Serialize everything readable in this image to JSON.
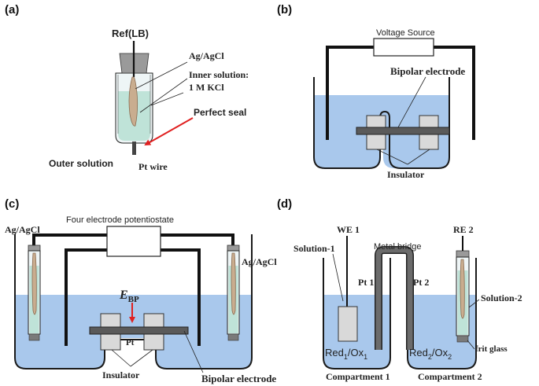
{
  "panels": {
    "a": {
      "label": "(a)",
      "ref": "Ref(LB)",
      "agagcl": "Ag/AgCl",
      "inner_solution": "Inner solution:",
      "inner_conc": "1 M KCl",
      "seal": "Perfect seal",
      "outer": "Outer solution",
      "wire": "Pt wire"
    },
    "b": {
      "label": "(b)",
      "source": "Voltage Source",
      "bpe": "Bipolar electrode",
      "insulator": "Insulator"
    },
    "c": {
      "label": "(c)",
      "potentiostat": "Four electrode potentiostate",
      "ref_left": "Ag/AgCl",
      "ref_right": "Ag/AgCl",
      "ebp_main": "E",
      "ebp_sub": "BP",
      "pt": "Pt",
      "insulator": "Insulator",
      "bpe": "Bipolar electrode"
    },
    "d": {
      "label": "(d)",
      "we": "WE 1",
      "re": "RE 2",
      "bridge": "Metal bridge",
      "solution1": "Solution-1",
      "solution2": "Solution-2",
      "pt1": "Pt 1",
      "pt2": "Pt 2",
      "redox1": {
        "red": "Red",
        "i1": "1",
        "sep": "/Ox",
        "i2": "1"
      },
      "redox2": {
        "red": "Red",
        "i1": "2",
        "sep": "/Ox",
        "i2": "2"
      },
      "frit": "frit glass",
      "comp1": "Compartment 1",
      "comp2": "Compartment 2"
    }
  },
  "colors": {
    "solution": "#a9c8ec",
    "inner_solution": "#bfe3d8",
    "arrow": "#e02020"
  }
}
